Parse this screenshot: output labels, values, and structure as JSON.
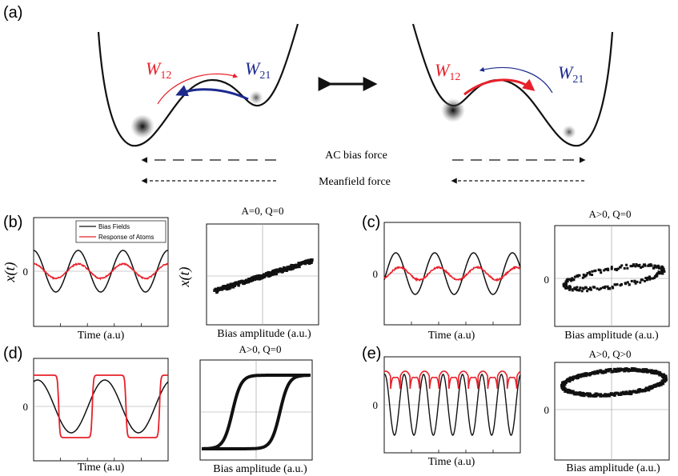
{
  "panel_a": {
    "label": "(a)",
    "w12": "W",
    "w12_sub": "12",
    "w21": "W",
    "w21_sub": "21",
    "ac_bias_label": "AC bias force",
    "meanfield_label": "Meanfield force",
    "colors": {
      "red": "#e8202a",
      "blue": "#1c2a8e",
      "black": "#111111"
    }
  },
  "panels": {
    "b": {
      "label": "(b)",
      "title": "A=0, Q=0",
      "time_label": "Time (a.u)",
      "bias_label": "Bias amplitude (a.u.)",
      "ylabel": "x(t)",
      "zero": "0",
      "legend": {
        "bias": "Bias Fields",
        "response": "Response of Atoms"
      }
    },
    "c": {
      "label": "(c)",
      "title": "A>0, Q=0",
      "time_label": "Time (a.u)",
      "bias_label": "Bias amplitude (a.u.)",
      "zero": "0"
    },
    "d": {
      "label": "(d)",
      "title": "A>0, Q=0",
      "time_label": "Time (a.u)",
      "bias_label": "Bias amplitude (a.u.)",
      "zero": "0"
    },
    "e": {
      "label": "(e)",
      "title": "A>0, Q>0",
      "time_label": "Time (a.u)",
      "bias_label": "Bias amplitude (a.u.)",
      "zero": "0"
    }
  },
  "chart_data": [
    {
      "panel": "b-time",
      "type": "line",
      "series": [
        {
          "name": "Bias Fields",
          "color": "#111111",
          "amplitude": 1.0,
          "periods": 3
        },
        {
          "name": "Response of Atoms",
          "color": "#e8202a",
          "amplitude": 0.35,
          "periods": 3
        }
      ]
    },
    {
      "panel": "b-phase",
      "type": "scatter",
      "shape": "line",
      "slope": 0.35
    },
    {
      "panel": "c-time",
      "type": "line",
      "series": [
        {
          "color": "#111111",
          "amplitude": 1.0,
          "periods": 3.5
        },
        {
          "color": "#e8202a",
          "amplitude": 0.3,
          "periods": 3.5
        }
      ]
    },
    {
      "panel": "c-phase",
      "type": "scatter",
      "shape": "ellipse",
      "area": "narrow"
    },
    {
      "panel": "d-time",
      "type": "line",
      "series": [
        {
          "color": "#111111",
          "amplitude": 1.0,
          "periods": 2
        },
        {
          "color": "#e8202a",
          "shape": "square",
          "periods": 2
        }
      ]
    },
    {
      "panel": "d-phase",
      "type": "scatter",
      "shape": "hysteresis"
    },
    {
      "panel": "e-time",
      "type": "line",
      "series": [
        {
          "color": "#111111",
          "amplitude": 1.0,
          "periods": 7
        },
        {
          "color": "#e8202a",
          "shape": "cusp",
          "periods": 7,
          "offset": "positive"
        }
      ]
    },
    {
      "panel": "e-phase",
      "type": "scatter",
      "shape": "ellipse",
      "offset": "positive"
    }
  ]
}
